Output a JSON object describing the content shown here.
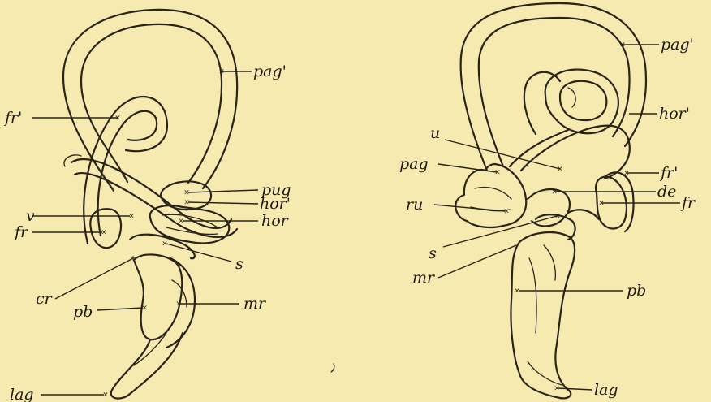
{
  "figure": {
    "background": "#f7eab0",
    "ink": "#2a2418"
  },
  "labels": {
    "left": {
      "pag_prime": "pag'",
      "fr_prime": "fr'",
      "pug": "pug",
      "hor_prime": "hor'",
      "v": "v",
      "hor": "hor",
      "fr": "fr",
      "s": "s",
      "cr": "cr",
      "pb": "pb",
      "mr": "mr",
      "lag": "lag"
    },
    "right": {
      "pag_prime": "pag'",
      "hor_prime": "hor'",
      "u": "u",
      "pag": "pag",
      "fr_prime": "fr'",
      "de": "de",
      "ru": "ru",
      "fr": "fr",
      "s": "s",
      "mr": "mr",
      "pb": "pb",
      "lag": "lag"
    }
  }
}
